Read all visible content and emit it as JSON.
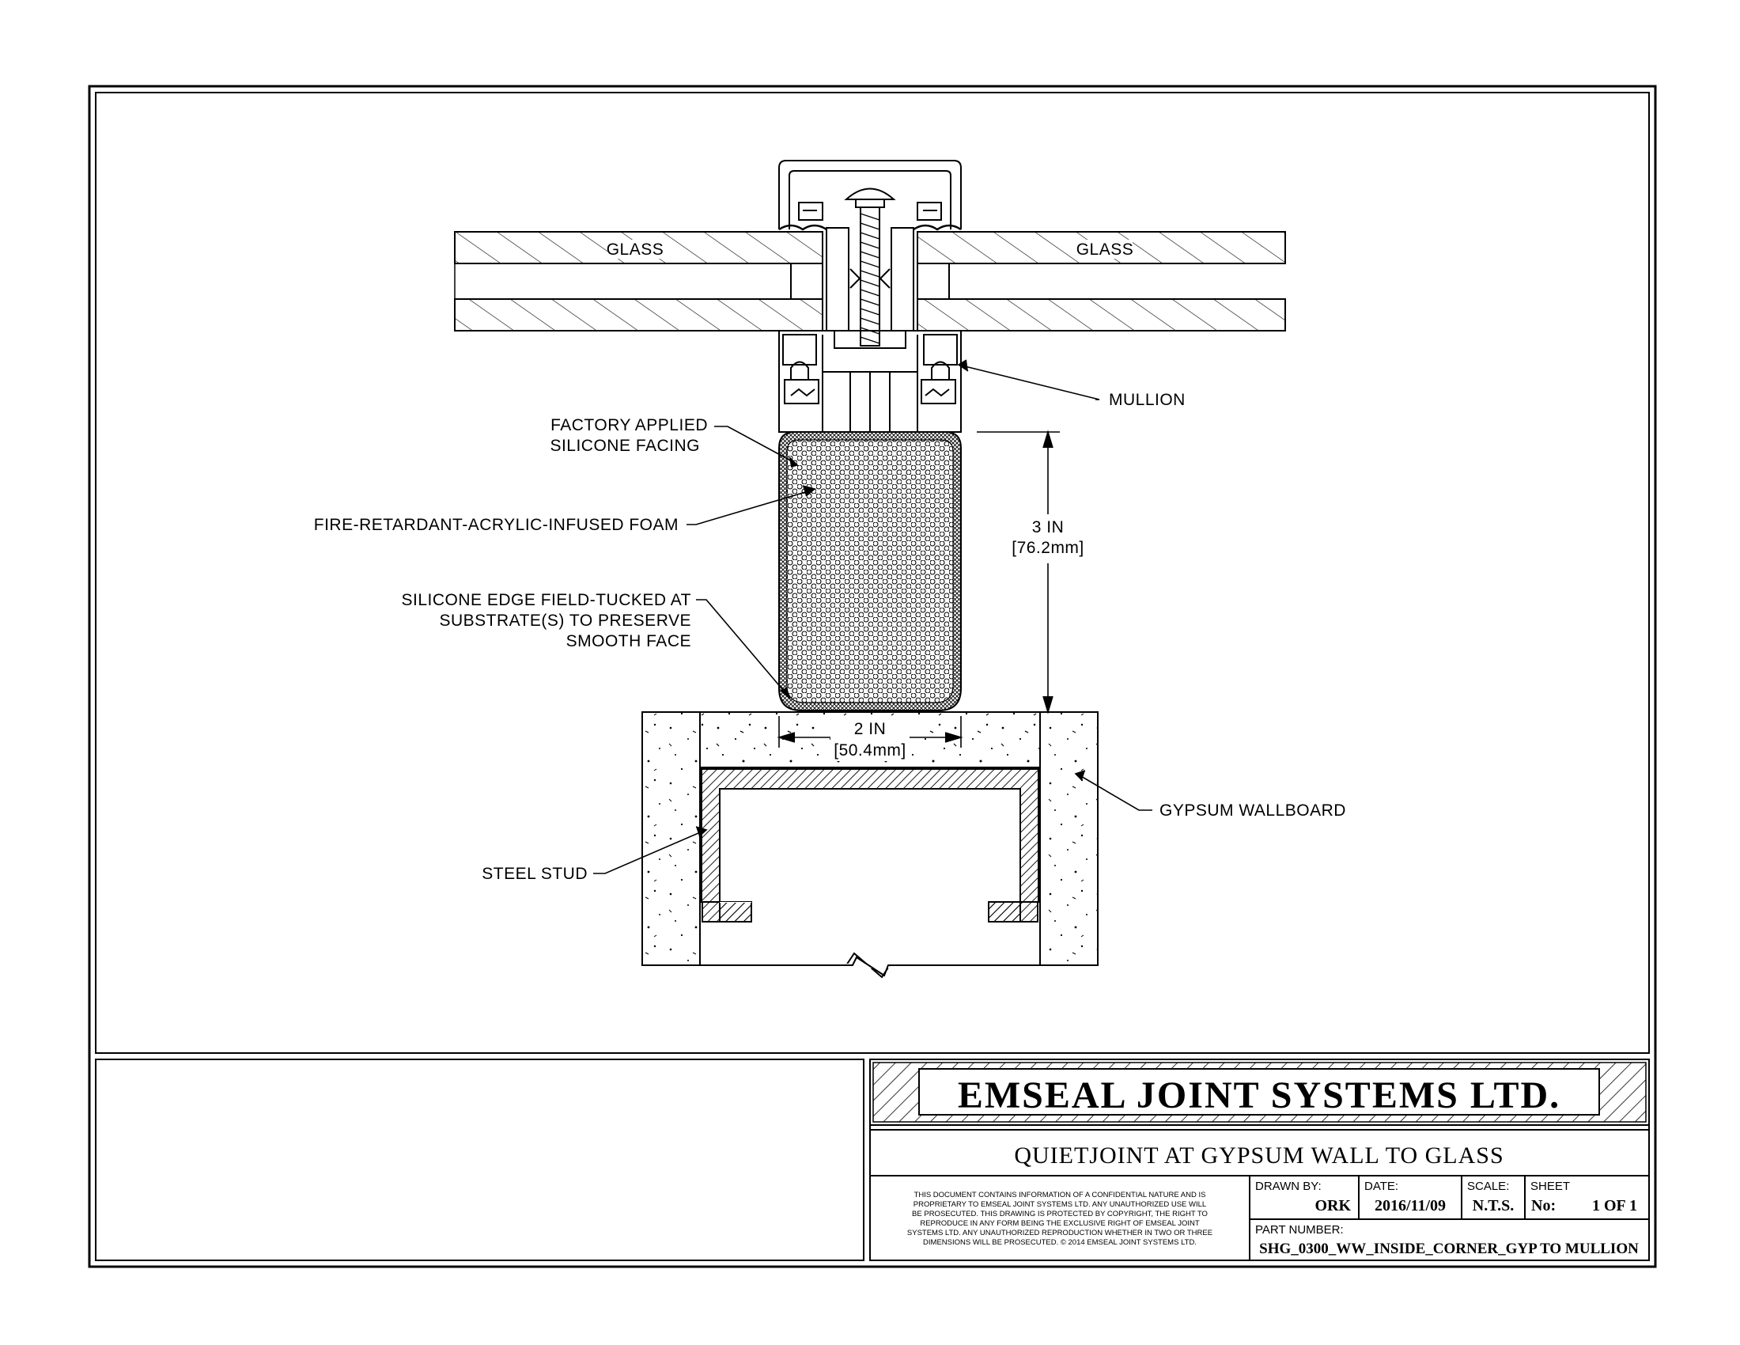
{
  "drawing": {
    "labels": {
      "glass_left": "GLASS",
      "glass_right": "GLASS",
      "mullion": "MULLION",
      "factory_line1": "FACTORY APPLIED",
      "factory_line2": "SILICONE FACING",
      "foam": "FIRE-RETARDANT-ACRYLIC-INFUSED FOAM",
      "edge_line1": "SILICONE EDGE FIELD-TUCKED AT",
      "edge_line2": "SUBSTRATE(S) TO PRESERVE",
      "edge_line3": "SMOOTH FACE",
      "gypsum": "GYPSUM WALLBOARD",
      "stud": "STEEL STUD"
    },
    "dimensions": {
      "height_imperial": "3 IN",
      "height_metric": "[76.2mm]",
      "width_imperial": "2 IN",
      "width_metric": "[50.4mm]"
    }
  },
  "title_block": {
    "company": "EMSEAL JOINT SYSTEMS LTD.",
    "title": "QUIETJOINT AT GYPSUM WALL TO GLASS",
    "disclaimer_lines": [
      "THIS DOCUMENT CONTAINS INFORMATION OF A CONFIDENTIAL NATURE AND IS",
      "PROPRIETARY TO EMSEAL JOINT SYSTEMS LTD. ANY UNAUTHORIZED USE WILL",
      "BE PROSECUTED. THIS DRAWING IS PROTECTED BY COPYRIGHT, THE RIGHT TO",
      "REPRODUCE IN ANY FORM BEING THE EXCLUSIVE RIGHT OF EMSEAL JOINT",
      "SYSTEMS LTD. ANY UNAUTHORIZED REPRODUCTION WHETHER IN TWO OR THREE",
      "DIMENSIONS WILL BE PROSECUTED. © 2014 EMSEAL JOINT SYSTEMS LTD."
    ],
    "drawn_by_label": "DRAWN BY:",
    "drawn_by": "ORK",
    "date_label": "DATE:",
    "date": "2016/11/09",
    "scale_label": "SCALE:",
    "scale": "N.T.S.",
    "sheet_label": "SHEET",
    "sheet_no_label": "No:",
    "sheet_no": "1 OF 1",
    "part_number_label": "PART NUMBER:",
    "part_number": "SHG_0300_WW_INSIDE_CORNER_GYP TO MULLION"
  }
}
